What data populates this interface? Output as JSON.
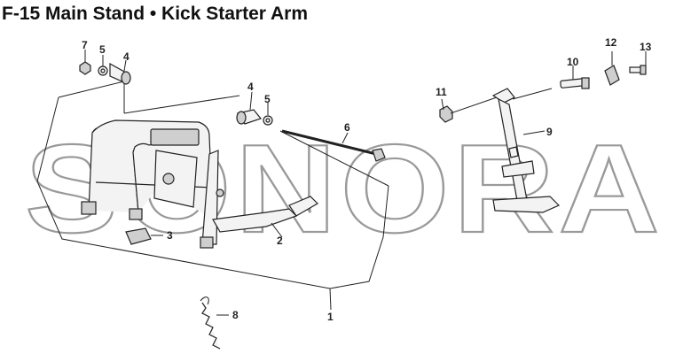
{
  "title": "F-15 Main Stand • Kick Starter Arm",
  "watermark": "SONORA",
  "callouts": [
    {
      "id": "c1",
      "label": "1"
    },
    {
      "id": "c2",
      "label": "2"
    },
    {
      "id": "c3",
      "label": "3"
    },
    {
      "id": "c4a",
      "label": "4"
    },
    {
      "id": "c4b",
      "label": "4"
    },
    {
      "id": "c5a",
      "label": "5"
    },
    {
      "id": "c5b",
      "label": "5"
    },
    {
      "id": "c6",
      "label": "6"
    },
    {
      "id": "c7",
      "label": "7"
    },
    {
      "id": "c8",
      "label": "8"
    },
    {
      "id": "c9",
      "label": "9"
    },
    {
      "id": "c10",
      "label": "10"
    },
    {
      "id": "c11",
      "label": "11"
    },
    {
      "id": "c12",
      "label": "12"
    },
    {
      "id": "c13",
      "label": "13"
    }
  ]
}
